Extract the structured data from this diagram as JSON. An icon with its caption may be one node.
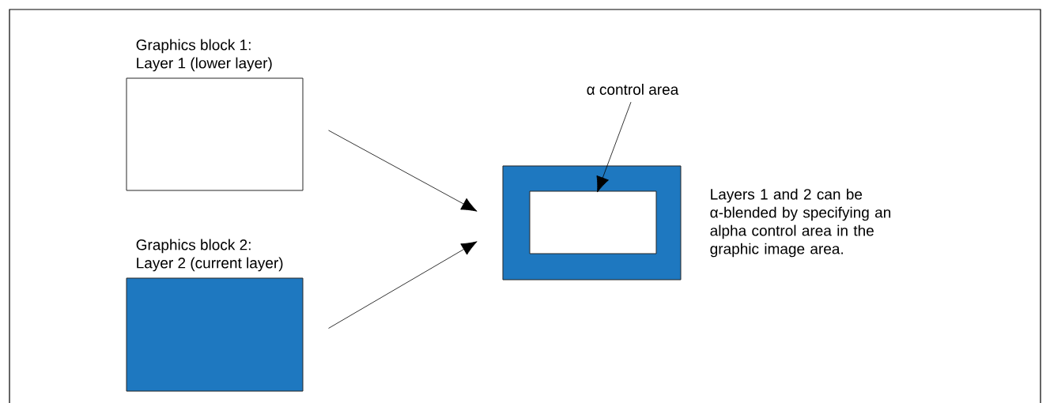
{
  "diagram": {
    "nodes": [
      {
        "text": [
          "Graphics block 1:",
          "Layer 1 (lower layer)"
        ]
      },
      {
        "text": [
          "Graphics block 2:",
          "Layer 2 (current layer)"
        ]
      },
      {
        "text": [],
        "shape": "box",
        "beside": [
          "Layers 1 and 2 can be α-blended by specifying an alpha control area in the graphic image area."
        ]
      },
      {
        "text": [],
        "shape": "box",
        "in": 2
      },
      {
        "text": [
          "α control area"
        ]
      }
    ],
    "edges": [
      {
        "from": 0,
        "to": 2,
        "arrow": "to"
      },
      {
        "from": 1,
        "to": 2,
        "arrow": "to"
      },
      {
        "from": 4,
        "to": 3,
        "arrow": "to"
      }
    ]
  }
}
